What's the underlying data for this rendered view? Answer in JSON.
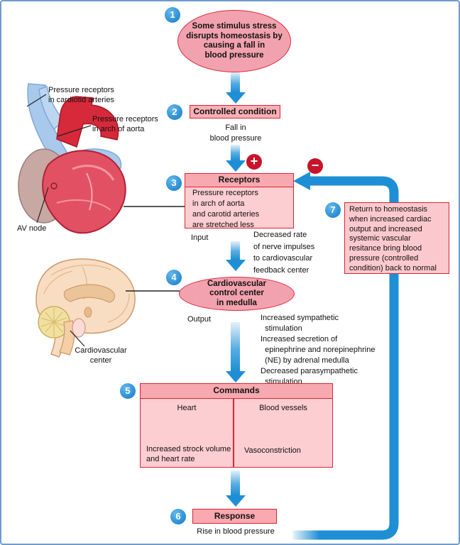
{
  "colors": {
    "page_border": "#6f9bcd",
    "step_circle_blue": "#1b87d3",
    "arrow_blue": "#1e8fd5",
    "box_border_red": "#dc2432",
    "box_header_pink": "#f7a9af",
    "box_body_pink": "#fccdd1",
    "oval_pink": "#f2a2ae",
    "sign_red": "#c9132a"
  },
  "steps": {
    "s1": "1",
    "s2": "2",
    "s3": "3",
    "s4": "4",
    "s5": "5",
    "s6": "6",
    "s7": "7"
  },
  "icons": {
    "plus_sign": "+",
    "minus_sign": "−"
  },
  "flow": {
    "stimulus": {
      "text": "Some stimulus stress\ndisrupts homeostasis by\ncausing a fall in\nblood pressure"
    },
    "controlled": {
      "title": "Controlled condition",
      "subtitle": "Fall in\nblood pressure"
    },
    "receptors": {
      "title": "Receptors",
      "body": "Pressure receptors\nin arch of aorta\nand carotid arteries\nare stretched less",
      "input_label": "Input",
      "input_note": "Decreased rate\nof nerve impulses\nto cardiovascular\nfeedback center"
    },
    "control_center": {
      "title": "Cardiovascular\ncontrol center\nin medulla",
      "output_label": "Output",
      "output_note": "Increased sympathetic\n  stimulation\nIncreased secretion of\n  epinephrine and norepinephrine\n  (NE) by adrenal medulla\nDecreased parasympathetic\n  stimulation"
    },
    "commands": {
      "title": "Commands",
      "columns": [
        {
          "header": "Heart",
          "body": "Increased strock volume\nand heart rate"
        },
        {
          "header": "Blood vessels",
          "body": "Vasoconstriction"
        }
      ]
    },
    "response": {
      "title": "Response",
      "subtitle": "Rise in blood pressure"
    },
    "return_note": {
      "text": "Return to homeostasis\nwhen increased cardiac\noutput and increased\nsystemic vascular\nresitance bring blood\npressure (controlled\ncondition) back to normal"
    }
  },
  "anatomy": {
    "heart_labels": {
      "carotid": "Pressure receptors\nin cardiotid arteries",
      "aorta": "Pressure receptors\nin arch of aorta",
      "av_node": "AV node"
    },
    "brain_label": "Cardiovascular\ncenter"
  }
}
